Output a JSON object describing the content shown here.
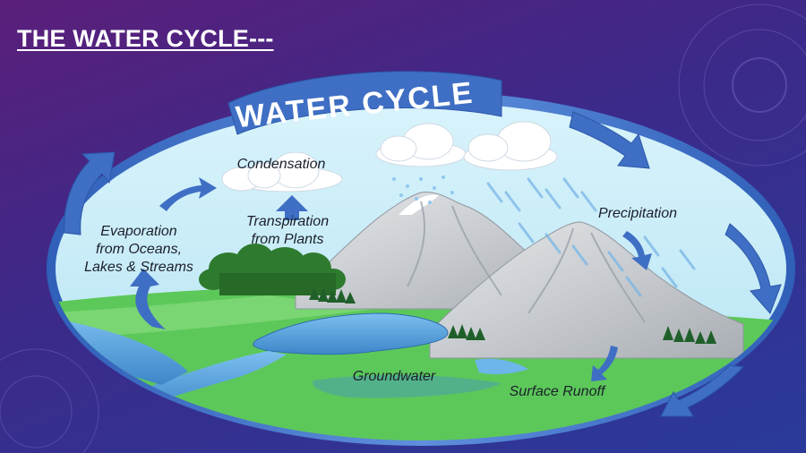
{
  "slide": {
    "title": "THE WATER CYCLE---"
  },
  "diagram": {
    "banner": "WATER CYCLE",
    "labels": {
      "condensation": "Condensation",
      "transpiration_line1": "Transpiration",
      "transpiration_line2": "from Plants",
      "evaporation_line1": "Evaporation",
      "evaporation_line2": "from Oceans,",
      "evaporation_line3": "Lakes & Streams",
      "precipitation": "Precipitation",
      "groundwater": "Groundwater",
      "surface_runoff": "Surface Runoff"
    }
  },
  "colors": {
    "background_purple": "#5a1f7a",
    "background_blue": "#2a3a9a",
    "sky": "#c5ecf8",
    "arrow_blue": "#3f6fc4",
    "grass": "#5cc85a",
    "water": "#5aa8e0",
    "mountain": "#c9cdd2",
    "trees": "#2e7a2e"
  }
}
